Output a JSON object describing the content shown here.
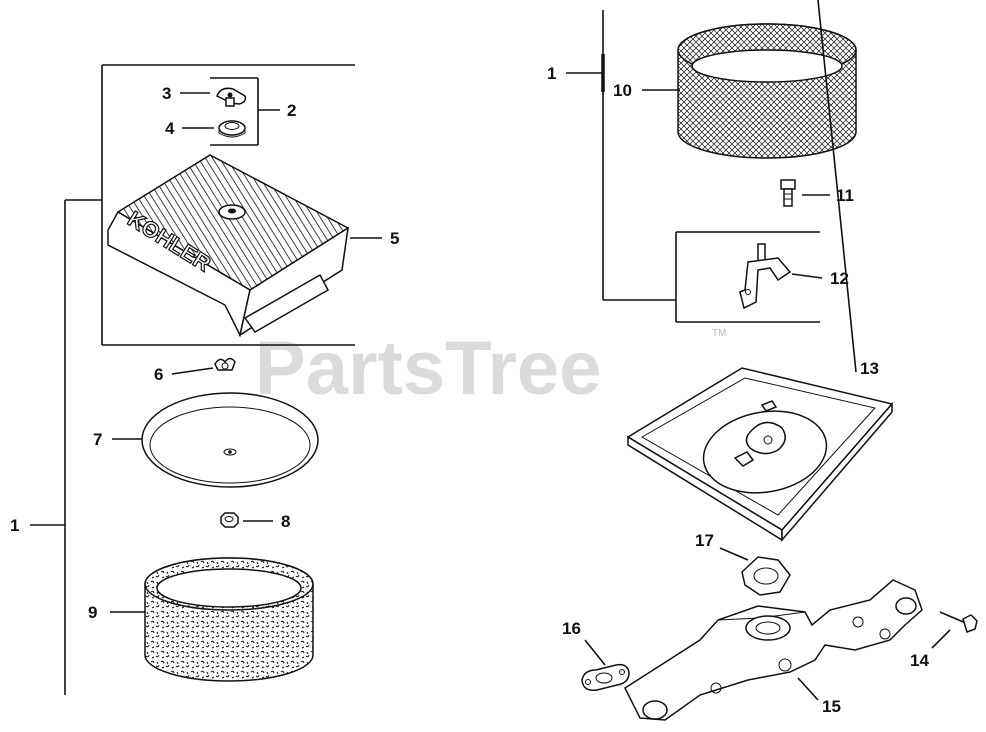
{
  "watermark": {
    "text": "PartsTree",
    "tm": "TM"
  },
  "brand_logo": "KOHLER",
  "callouts": {
    "c1_left": "1",
    "c1_right": "1",
    "c2": "2",
    "c3": "3",
    "c4": "4",
    "c5": "5",
    "c6": "6",
    "c7": "7",
    "c8": "8",
    "c9": "9",
    "c10": "10",
    "c11": "11",
    "c12": "12",
    "c13": "13",
    "c14": "14",
    "c15": "15",
    "c16": "16",
    "c17": "17"
  }
}
